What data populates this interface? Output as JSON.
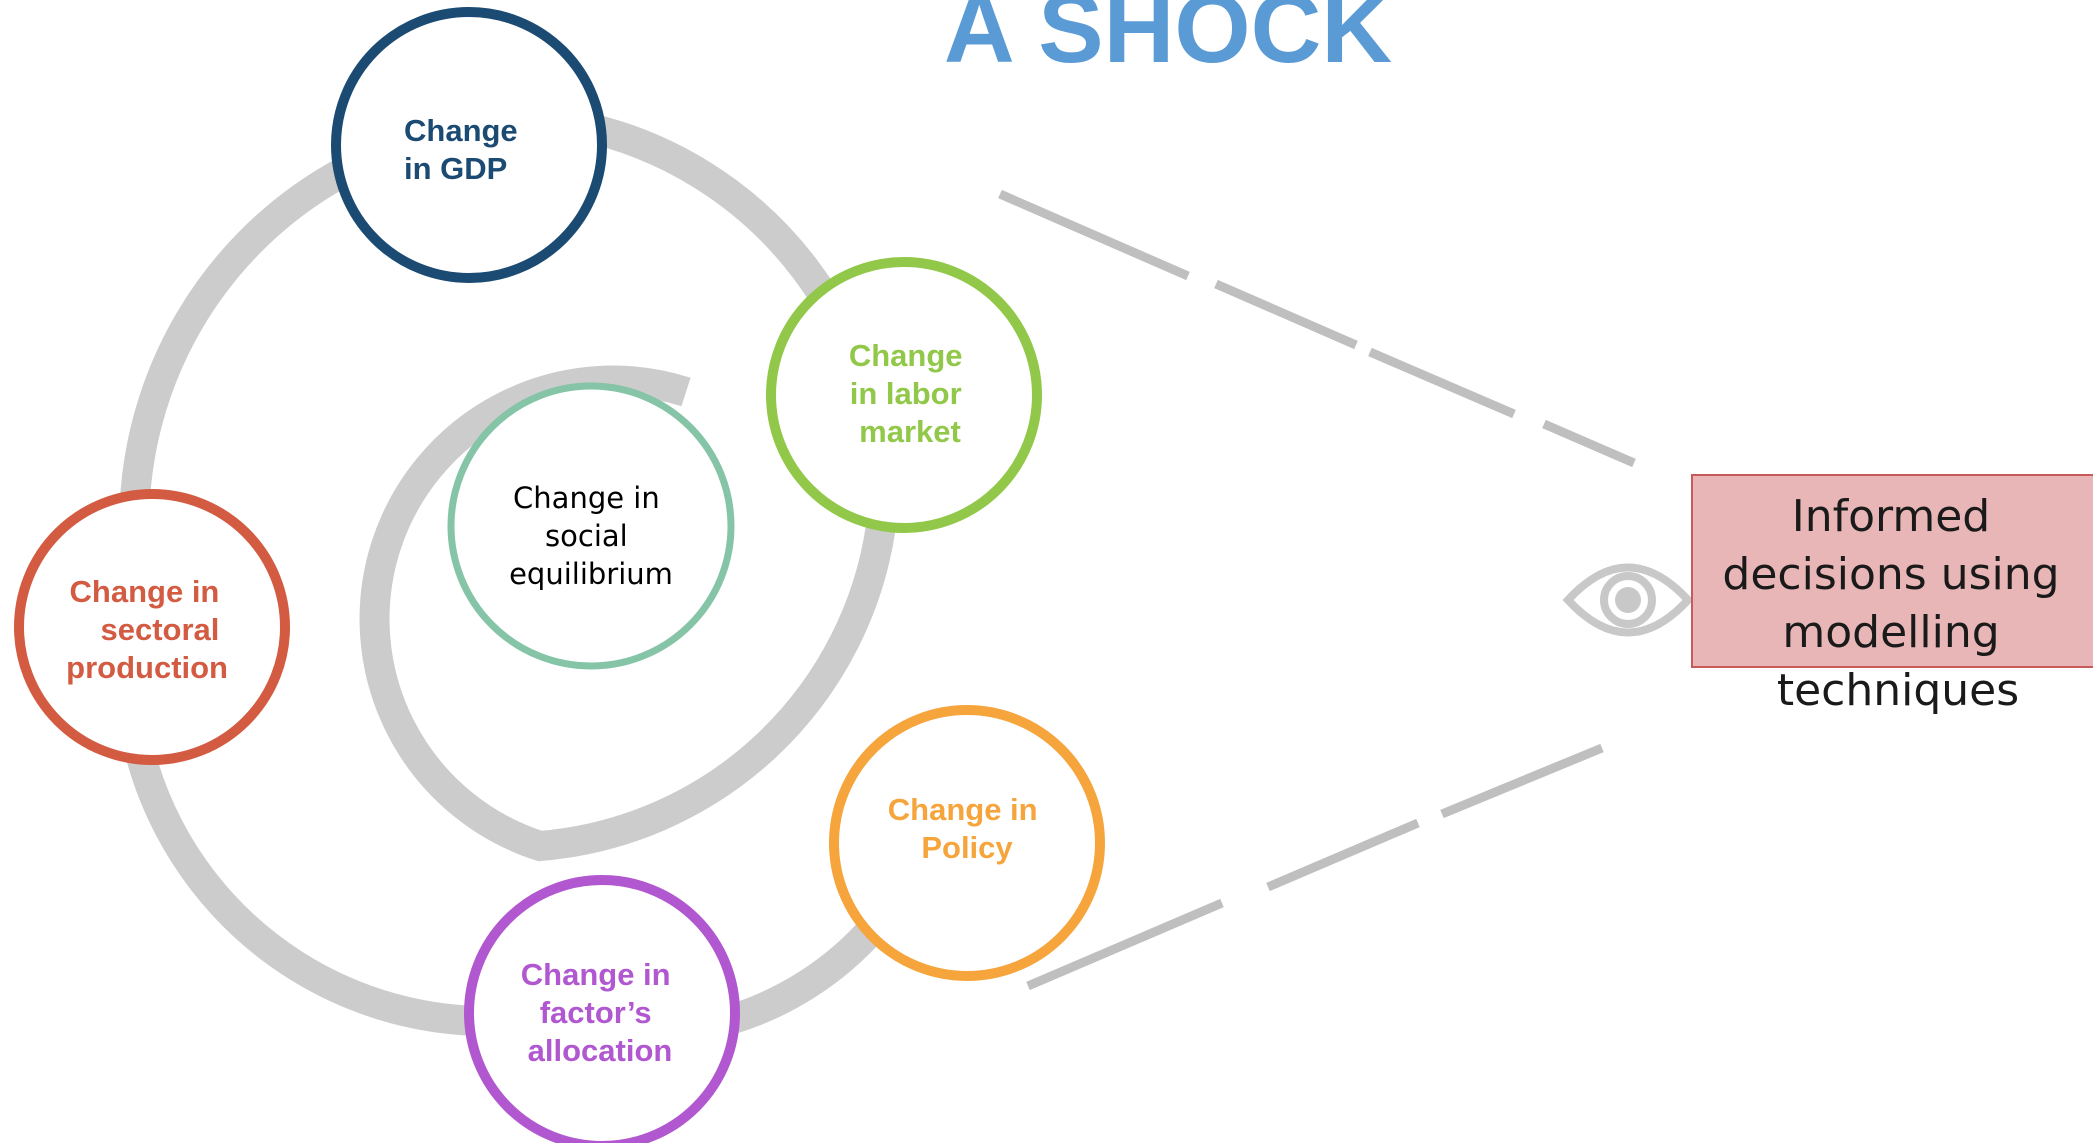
{
  "title": "A SHOCK",
  "nodes": [
    {
      "id": "gdp",
      "lines": [
        "Change",
        "in GDP"
      ],
      "color": "#1b4a72"
    },
    {
      "id": "labor",
      "lines": [
        "Change",
        "in labor",
        "market"
      ],
      "color": "#92c849"
    },
    {
      "id": "social",
      "lines": [
        "Change in",
        "social",
        "equilibrium"
      ],
      "color": "#85c4a6",
      "text_color": "#000000"
    },
    {
      "id": "sectoral",
      "lines": [
        "Change in",
        "sectoral",
        "production"
      ],
      "color": "#d35b42"
    },
    {
      "id": "policy",
      "lines": [
        "Change in",
        "Policy"
      ],
      "color": "#f6a53d"
    },
    {
      "id": "factor",
      "lines": [
        "Change in",
        "factor’s",
        "allocation"
      ],
      "color": "#b157cf"
    }
  ],
  "decision_box": {
    "lines": [
      "Informed",
      "decisions using",
      "modelling",
      "techniques"
    ],
    "fill": "#e8b6b6",
    "border": "#c95a5a"
  },
  "icons": {
    "eye": "eye-icon"
  },
  "colors": {
    "spiral": "#cccccc",
    "title": "#5b9bd5",
    "dashes": "#bfbfbf"
  }
}
